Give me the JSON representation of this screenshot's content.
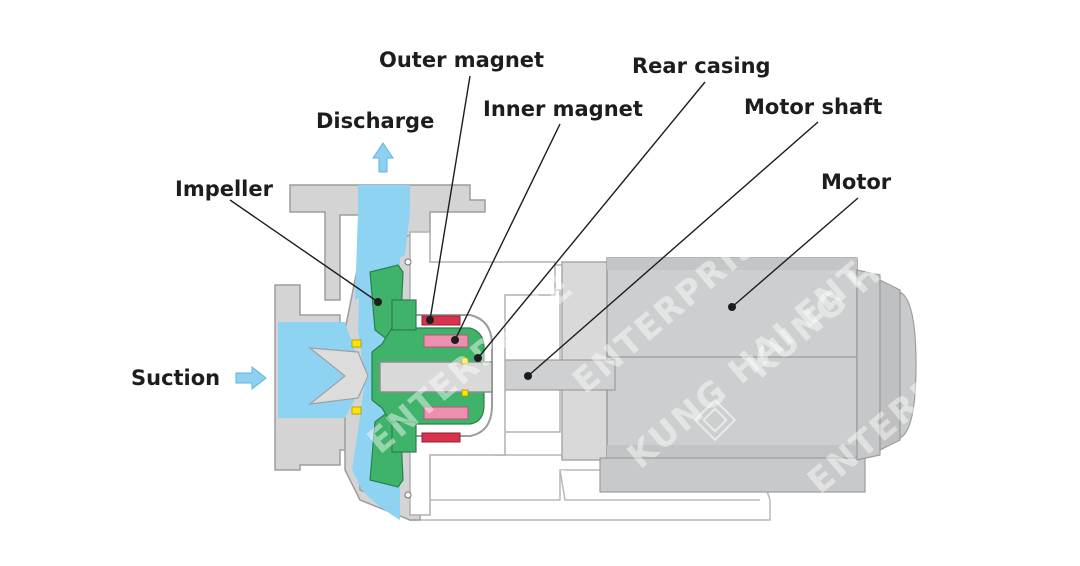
{
  "labels": {
    "outer_magnet": "Outer magnet",
    "rear_casing": "Rear casing",
    "inner_magnet": "Inner magnet",
    "motor_shaft": "Motor shaft",
    "discharge": "Discharge",
    "impeller": "Impeller",
    "motor": "Motor",
    "suction": "Suction"
  },
  "watermark": {
    "text_1": "ENTERPRISE",
    "text_2": "KUNG HAI EN",
    "text_3": "ENTERPRISE",
    "text_4": "KUNG HAI ENTERPRISE",
    "text_5": "ENTERPRISE C"
  },
  "icons": [
    "discharge-arrow-icon",
    "suction-arrow-icon",
    "watermark-logo-icon"
  ],
  "colors": {
    "casing": "#d4d4d5",
    "casing_stroke": "#9d9d9e",
    "fluid": "#8fd3f2",
    "impeller": "#3fb36a",
    "outer_magnet": "#d9324d",
    "inner_magnet": "#ef8fb0",
    "bearing": "#ffe600",
    "motor": "#cdcecf",
    "arrow": "#8dd0f0",
    "text": "#1d1d1f"
  }
}
